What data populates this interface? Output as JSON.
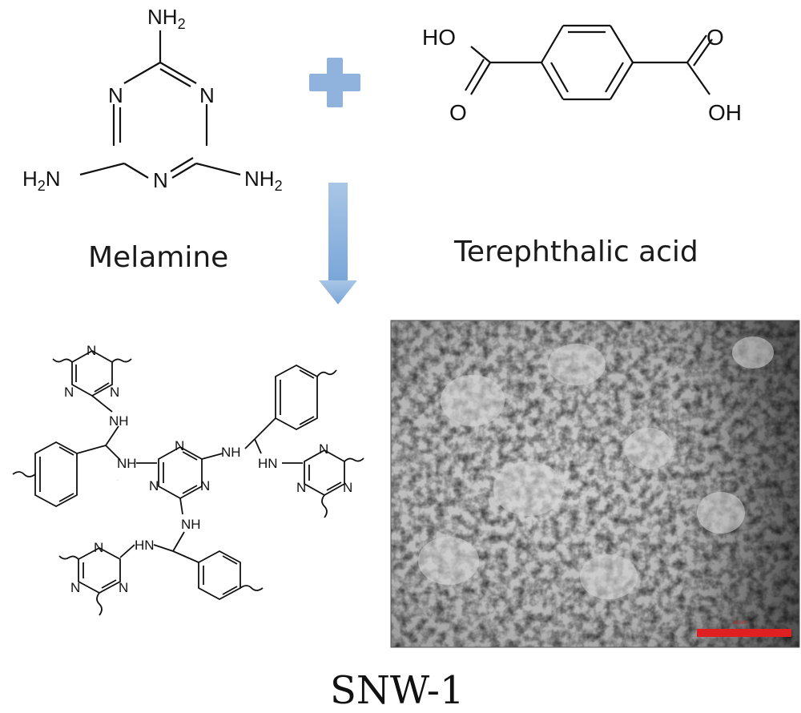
{
  "reactants": {
    "melamine": {
      "name": "Melamine",
      "ring_atoms": {
        "n_left": "N",
        "n_right": "N",
        "n_bottom": "N"
      },
      "substituents": {
        "top": "NH2",
        "left": "H2N",
        "right": "NH2"
      }
    },
    "terephthalic_acid": {
      "name": "Terephthalic acid",
      "labels": {
        "oh_top_left": "HO",
        "o_top_right": "O",
        "o_bottom_left": "O",
        "oh_bottom_right": "OH"
      }
    }
  },
  "network": {
    "atoms": {
      "ring_n": "N",
      "nh": "NH",
      "hn": "HN"
    }
  },
  "micrograph": {
    "scale_bar_label": "70 nm",
    "scale_bar_color": "#e02020"
  },
  "product_name": "SNW-1",
  "colors": {
    "arrow": "#8fb3dc",
    "plus": "#8fb3dc",
    "bond": "#111111"
  }
}
